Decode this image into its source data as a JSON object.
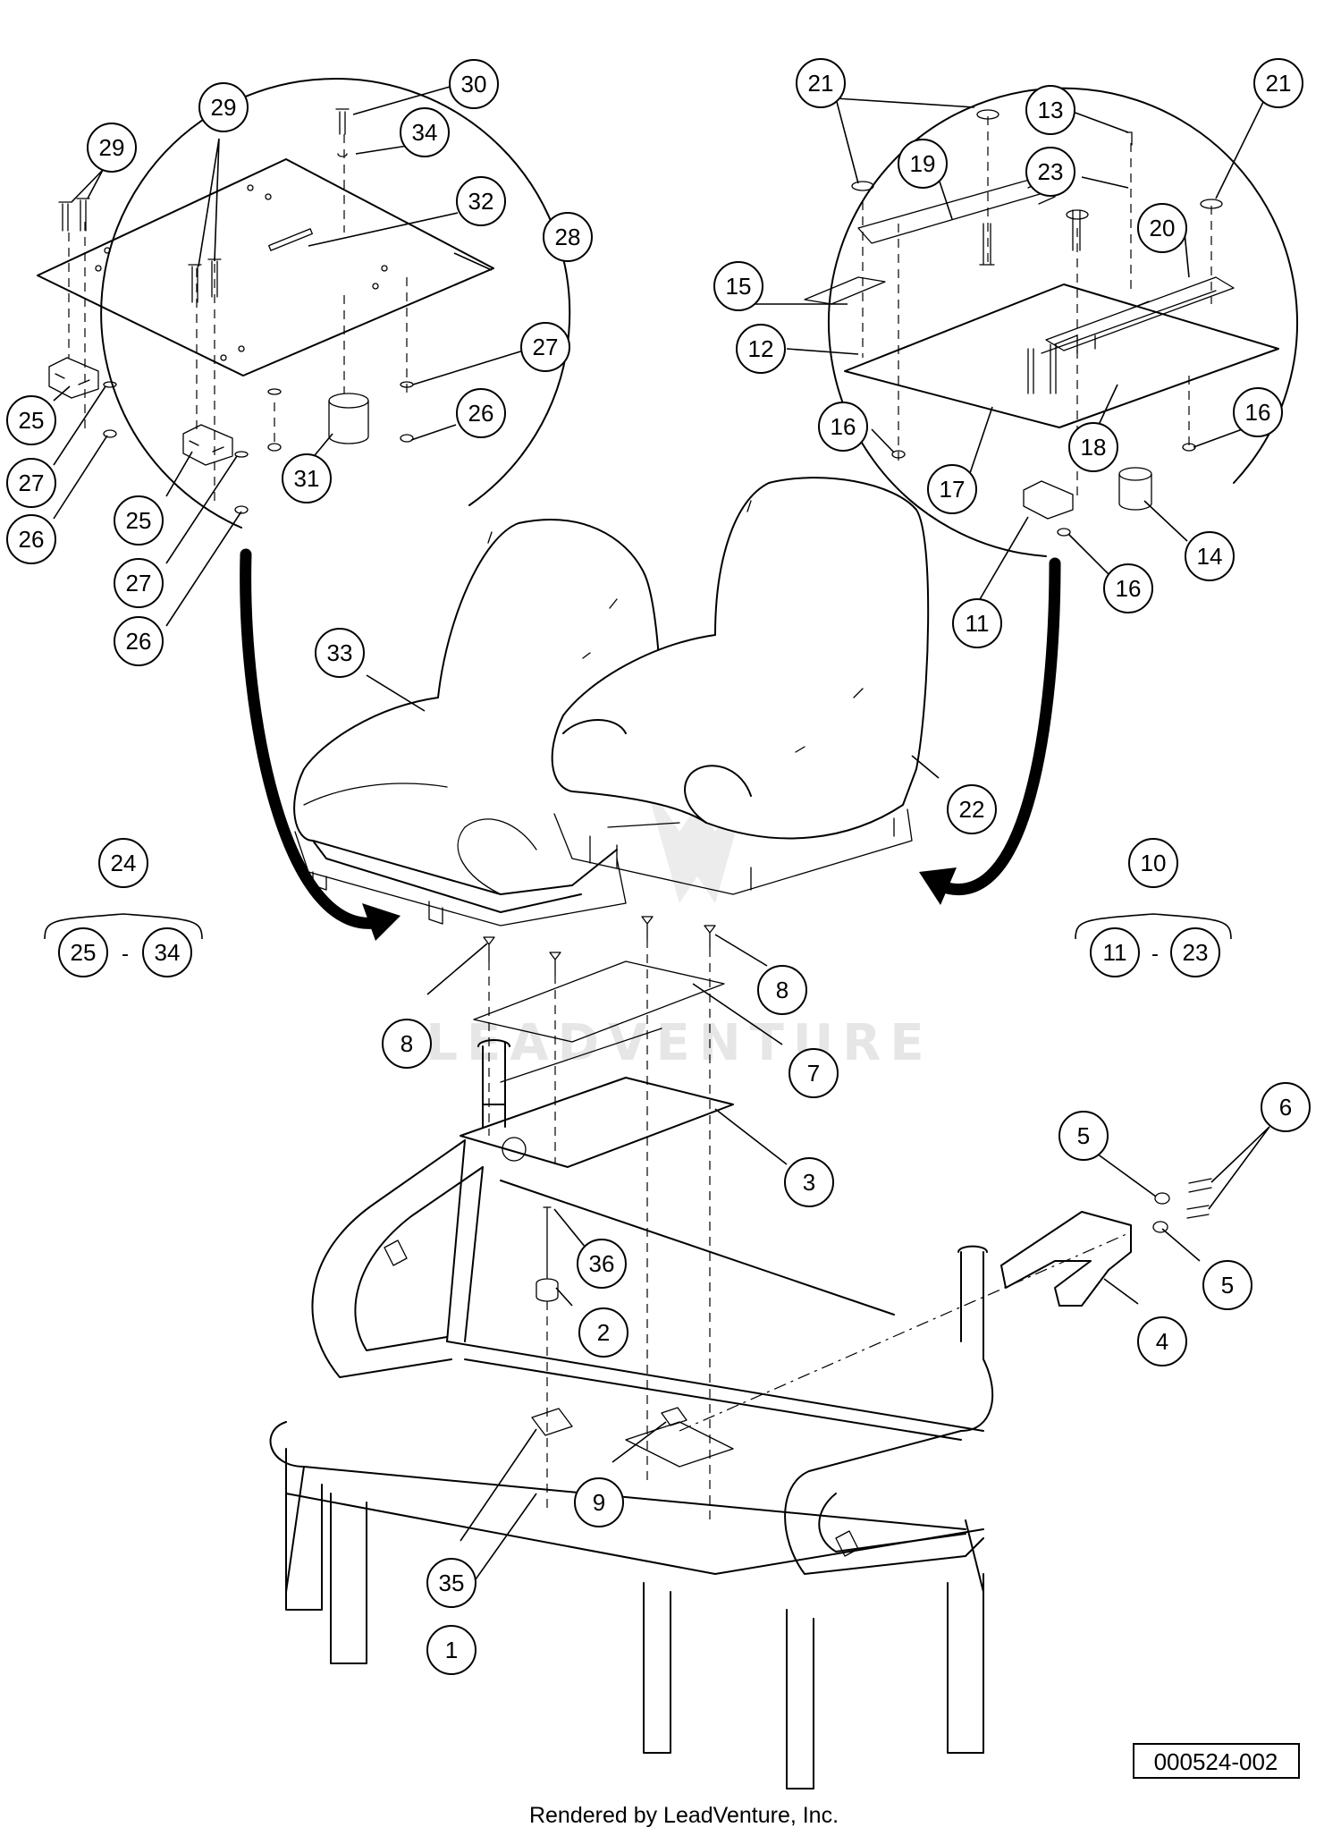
{
  "watermark": "LEADVENTURE",
  "drawing_number": "000524-002",
  "footer": "Rendered by LeadVenture, Inc.",
  "kits": [
    {
      "id": "kit-24",
      "number": "24",
      "range_from": "25",
      "range_sep": "-",
      "range_to": "34"
    },
    {
      "id": "kit-10",
      "number": "10",
      "range_from": "11",
      "range_sep": "-",
      "range_to": "23"
    }
  ],
  "callouts": [
    "30",
    "29",
    "34",
    "29",
    "32",
    "28",
    "27",
    "26",
    "25",
    "27",
    "26",
    "31",
    "25",
    "27",
    "26",
    "21",
    "13",
    "21",
    "19",
    "23",
    "20",
    "15",
    "12",
    "16",
    "17",
    "18",
    "16",
    "14",
    "16",
    "11",
    "33",
    "22",
    "8",
    "8",
    "7",
    "3",
    "6",
    "5",
    "5",
    "4",
    "36",
    "2",
    "9",
    "35",
    "1"
  ]
}
